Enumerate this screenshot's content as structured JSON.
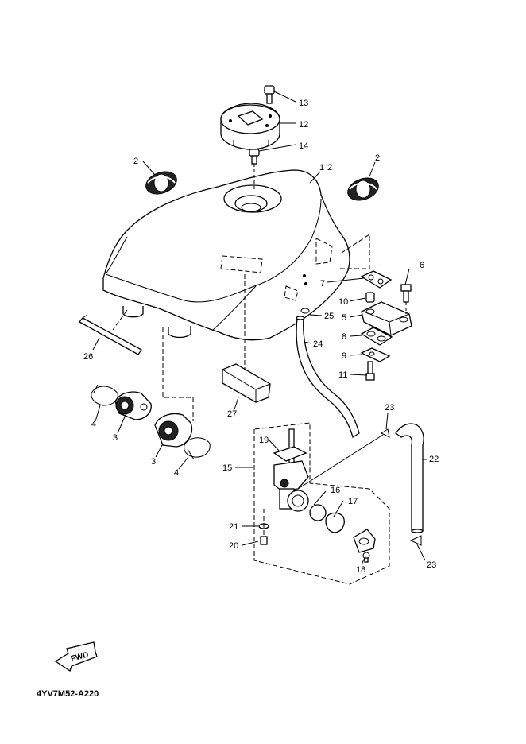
{
  "diagram_code": "4YV7M52-A220",
  "fwd_label": "FWD",
  "callouts": {
    "c1_2": "1",
    "c1_2b": "2",
    "c2a": "2",
    "c2b": "2",
    "c3a": "3",
    "c3b": "3",
    "c4a": "4",
    "c4b": "4",
    "c5": "5",
    "c6": "6",
    "c7": "7",
    "c8": "8",
    "c9": "9",
    "c10": "10",
    "c11": "11",
    "c12": "12",
    "c13": "13",
    "c14": "14",
    "c15": "15",
    "c16": "16",
    "c17": "17",
    "c18": "18",
    "c19": "19",
    "c20": "20",
    "c21": "21",
    "c22": "22",
    "c23a": "23",
    "c23b": "23",
    "c24": "24",
    "c25": "25",
    "c26": "26",
    "c27": "27"
  }
}
